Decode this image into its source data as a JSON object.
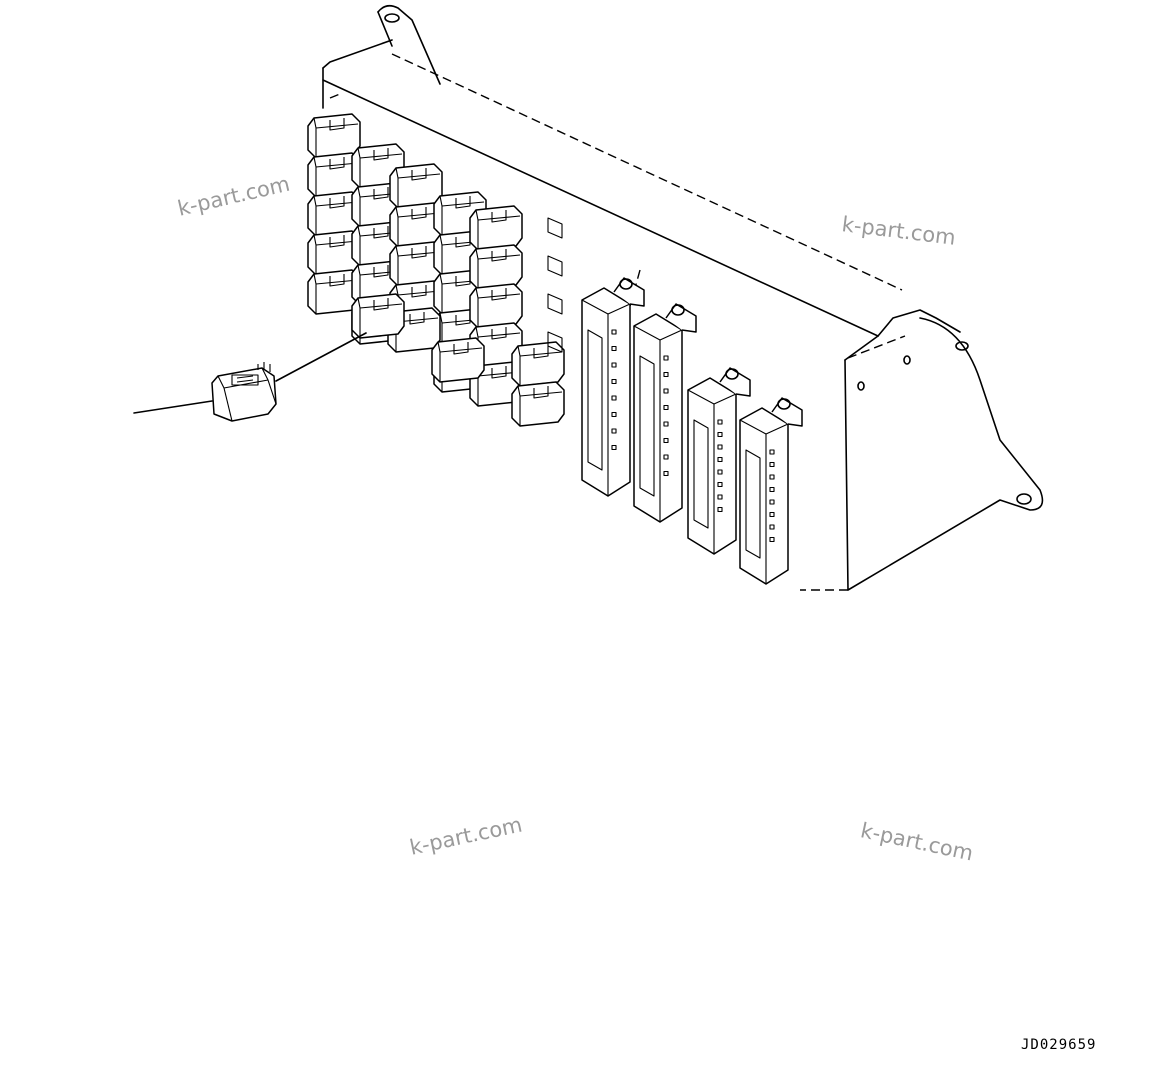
{
  "watermarks": [
    "k-part.com",
    "k-part.com",
    "k-part.com",
    "k-part.com"
  ],
  "drawing_code": "JD029659"
}
